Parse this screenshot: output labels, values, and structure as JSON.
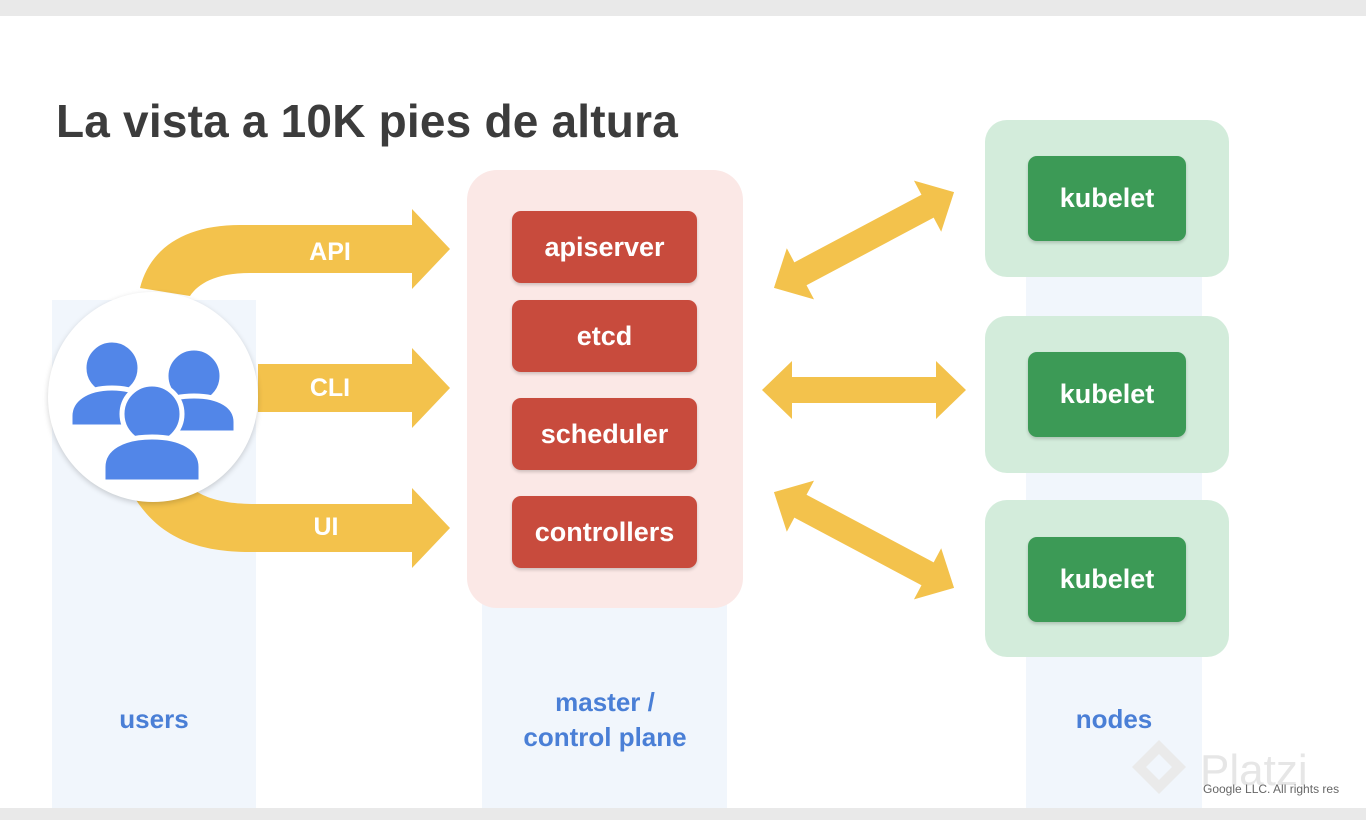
{
  "title": "La vista a 10K pies de altura",
  "arrows": {
    "api": "API",
    "cli": "CLI",
    "ui": "UI"
  },
  "components": [
    "apiserver",
    "etcd",
    "scheduler",
    "controllers"
  ],
  "nodes": [
    "kubelet",
    "kubelet",
    "kubelet"
  ],
  "columns": {
    "users": "users",
    "master_line1": "master /",
    "master_line2": "control plane",
    "nodes": "nodes"
  },
  "watermark": "Platzi",
  "footer": "Google LLC. All rights res",
  "colors": {
    "arrow": "#f3c24c",
    "component": "#c84b3d",
    "master_panel": "#fbe8e6",
    "kubelet": "#3c9a56",
    "node_panel": "#d3ecdb",
    "user_icon": "#5286e8",
    "column_label": "#4a7fd6"
  }
}
